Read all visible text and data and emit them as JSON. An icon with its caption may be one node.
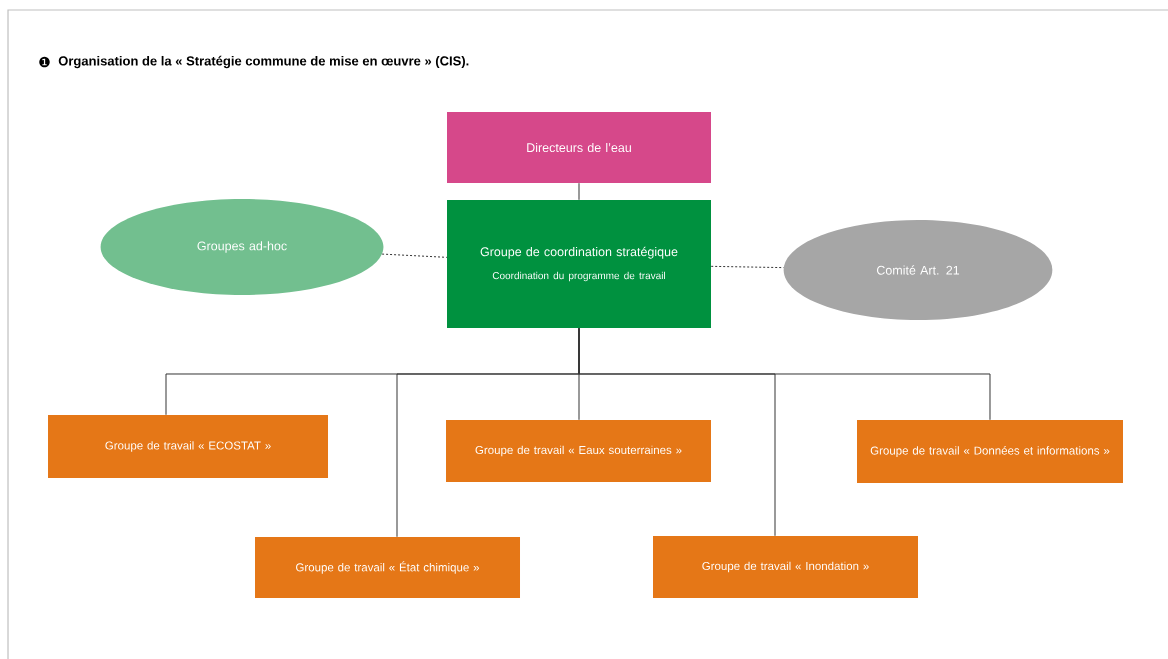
{
  "diagram": {
    "title": "Organisation de la « Stratégie commune de mise en œuvre » (CIS).",
    "nodes": [
      {
        "text": [
          "Directeurs de l’eau"
        ]
      },
      {
        "text": [
          "Groupe de coordination stratégique",
          "Coordination du programme de travail"
        ]
      },
      {
        "text": [
          "Groupes ad-hoc"
        ]
      },
      {
        "text": [
          "Comité Art. 21"
        ]
      },
      {
        "text": [
          "Groupe de travail « ECOSTAT »"
        ]
      },
      {
        "text": [
          "Groupe de travail « Eaux souterraines »"
        ]
      },
      {
        "text": [
          "Groupe de travail « Données et informations »"
        ]
      },
      {
        "text": [
          "Groupe de travail « État chimique »"
        ]
      },
      {
        "text": [
          "Groupe de travail « Inondation »"
        ]
      }
    ],
    "edges": [
      {
        "from": 0,
        "to": 1,
        "arrow": "none"
      },
      {
        "from": 2,
        "to": 1,
        "arrow": "none",
        "style": "dashed"
      },
      {
        "from": 1,
        "to": 3,
        "arrow": "none",
        "style": "dashed"
      },
      {
        "from": 1,
        "to": 4,
        "arrow": "none"
      },
      {
        "from": 1,
        "to": 5,
        "arrow": "none"
      },
      {
        "from": 1,
        "to": 6,
        "arrow": "none"
      },
      {
        "from": 1,
        "to": 7,
        "arrow": "none"
      },
      {
        "from": 1,
        "to": 8,
        "arrow": "none"
      }
    ],
    "labels": [
      "❶"
    ]
  }
}
